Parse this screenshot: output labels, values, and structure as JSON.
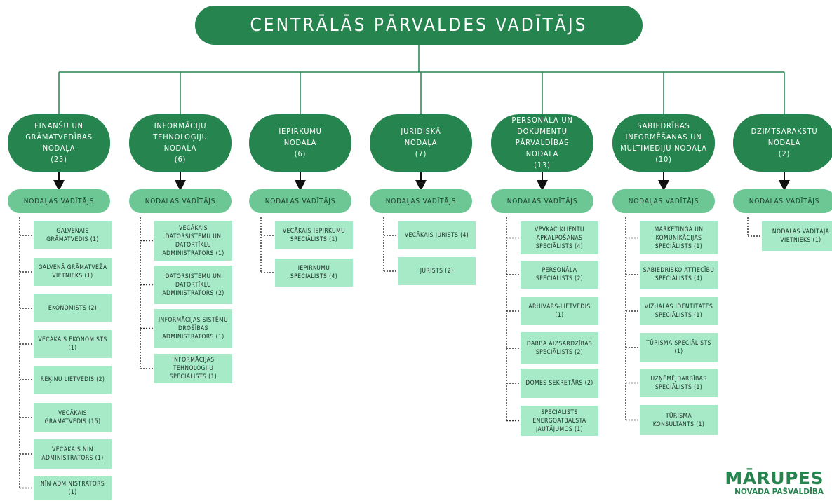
{
  "header": {
    "title": "CENTRĀLĀS PĀRVALDES VADĪTĀJS"
  },
  "departments": [
    {
      "name": "FINANŠU UN\nGRĀMATVEDĪBAS\nNODAĻA\n(25)",
      "head": "NODAĻAS VADĪTĀJS",
      "staff": [
        "GALVENAIS\nGRĀMATVEDIS (1)",
        "GALVENĀ GRĀMATVEŽA\nVIETNIEKS (1)",
        "EKONOMISTS (2)",
        "VECĀKAIS EKONOMISTS\n(1)",
        "RĒĶINU LIETVEDIS (2)",
        "VECĀKAIS\nGRĀMATVEDIS (15)",
        "VECĀKAIS NĪN\nADMINISTRATORS (1)",
        "NĪN ADMINISTRATORS\n(1)"
      ]
    },
    {
      "name": "INFORMĀCIJU\nTEHNOLOĢIJU\nNODAĻA\n(6)",
      "head": "NODAĻAS VADĪTĀJS",
      "staff": [
        "VECĀKAIS\nDATORSISTĒMU UN\nDATORTĪKLU\nADMINISTRATORS (1)",
        "DATORSISTĒMU UN\nDATORTĪKLU\nADMINISTRATORS (2)",
        "INFORMĀCIJAS SISTĒMU\nDROŠĪBAS\nADMINISTRATORS (1)",
        "INFORMĀCIJAS\nTEHNOLOĢIJU\nSPECIĀLISTS (1)"
      ]
    },
    {
      "name": "IEPIRKUMU\nNODAĻA\n(6)",
      "head": "NODAĻAS VADĪTĀJS",
      "staff": [
        "VECĀKAIS IEPIRKUMU\nSPECIĀLISTS (1)",
        "IEPIRKUMU\nSPECIĀLISTS (4)"
      ]
    },
    {
      "name": "JURIDISKĀ\nNODAĻA\n(7)",
      "head": "NODAĻAS VADĪTĀJS",
      "staff": [
        "VECĀKAIS JURISTS (4)",
        "JURISTS (2)"
      ]
    },
    {
      "name": "PERSONĀLA UN\nDOKUMENTU\nPĀRVALDĪBAS NODAĻA\n(13)",
      "head": "NODAĻAS VADĪTĀJS",
      "staff": [
        "VPVKAC KLIENTU\nAPKALPOŠANAS\nSPECIĀLISTS (4)",
        "PERSONĀLA\nSPECIĀLISTS (2)",
        "ARHIVĀRS-LIETVEDIS (1)",
        "DARBA AIZSARDZĪBAS\nSPECIĀLISTS (2)",
        "DOMES SEKRETĀRS (2)",
        "SPECIĀLISTS\nENERGOATBALSTA\nJAUTĀJUMOS (1)"
      ]
    },
    {
      "name": "SABIEDRĪBAS\nINFORMĒŠANAS UN\nMULTIMEDIJU NODAĻA\n(10)",
      "head": "NODAĻAS VADĪTĀJS",
      "staff": [
        "MĀRKETINGA UN\nKOMUNIKĀCIJAS\nSPECIĀLISTS (1)",
        "SABIEDRISKO ATTIECĪBU\nSPECIĀLISTS (4)",
        "VIZUĀLĀS IDENTITĀTES\nSPECIĀLISTS (1)",
        "TŪRISMA SPECIĀLISTS\n(1)",
        "UZŅĒMĒJDARBĪBAS\nSPECIĀLISTS (1)",
        "TŪRISMA\nKONSULTANTS (1)"
      ]
    },
    {
      "name": "DZIMTSARAKSTU\nNODAĻA\n(2)",
      "head": "NODAĻAS VADĪTĀJS",
      "staff": [
        "NODAĻAS VADĪTĀJA\nVIETNIEKS (1)"
      ]
    }
  ],
  "logo": {
    "line1": "MĀRUPES",
    "line2": "NOVADA PAŠVALDĪBA"
  },
  "colors": {
    "dark_green": "#26844f",
    "mid_green": "#6cc795",
    "light_green": "#a6eac8"
  }
}
